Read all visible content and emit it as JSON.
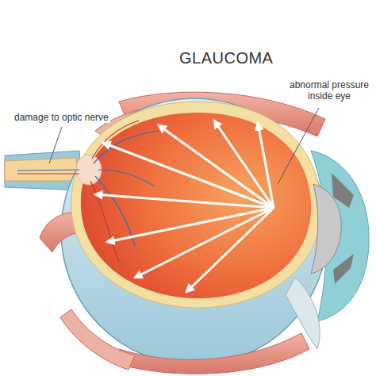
{
  "diagram": {
    "title": "GLAUCOMA",
    "labels": [
      "abnormal pressure inside eye",
      "damage to optic nerve"
    ]
  }
}
